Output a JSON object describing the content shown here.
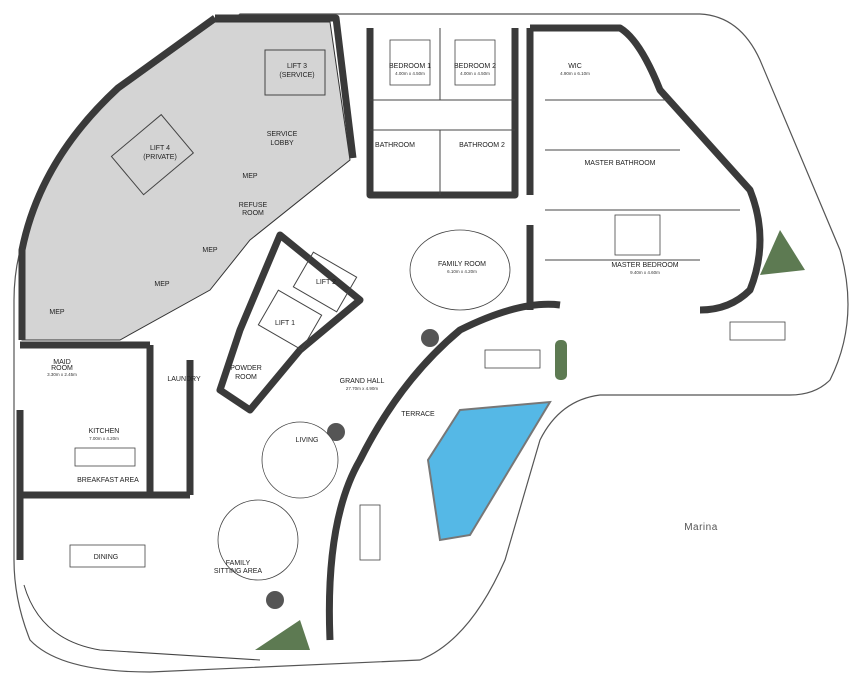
{
  "rooms": {
    "lift3": {
      "line1": "LIFT 3",
      "line2": "(SERVICE)"
    },
    "service_lobby": {
      "line1": "SERVICE",
      "line2": "LOBBY"
    },
    "lift4": {
      "line1": "LIFT 4",
      "line2": "(PRIVATE)"
    },
    "mep_a": "MEP",
    "refuse": {
      "line1": "REFUSE",
      "line2": "ROOM"
    },
    "mep_b": "MEP",
    "mep_c": "MEP",
    "mep_d": "MEP",
    "lift2": "LIFT 2",
    "lift1": "LIFT 1",
    "powder": {
      "line1": "POWDER",
      "line2": "ROOM"
    },
    "bedroom1": {
      "name": "BEDROOM 1",
      "size": "4.00m x 4.50m"
    },
    "bedroom2": {
      "name": "BEDROOM 2",
      "size": "4.00m x 4.50m"
    },
    "bathroom1": "BATHROOM",
    "bathroom2": "BATHROOM 2",
    "wic": {
      "name": "WIC",
      "size": "4.90m x 6.10m"
    },
    "master_bathroom": "MASTER BATHROOM",
    "master_bedroom": {
      "name": "MASTER BEDROOM",
      "size": "9.40m x 4.60m"
    },
    "family_room": {
      "name": "FAMILY ROOM",
      "size": "6.10m x 4.20m"
    },
    "grand_hall": {
      "name": "GRAND HALL",
      "size": "27.70m x 4.90m"
    },
    "terrace": "TERRACE",
    "maid_room": {
      "name": "MAID",
      "line2": "ROOM",
      "size": "3.30m x 2.45m"
    },
    "laundry": "LAUNDRY",
    "kitchen": {
      "name": "KITCHEN",
      "size": "7.00m x 4.20m"
    },
    "breakfast": "BREAKFAST AREA",
    "living": "LIVING",
    "dining": "DINING",
    "family_sitting": {
      "line1": "FAMILY",
      "line2": "SITTING AREA"
    },
    "marina": "Marina"
  }
}
